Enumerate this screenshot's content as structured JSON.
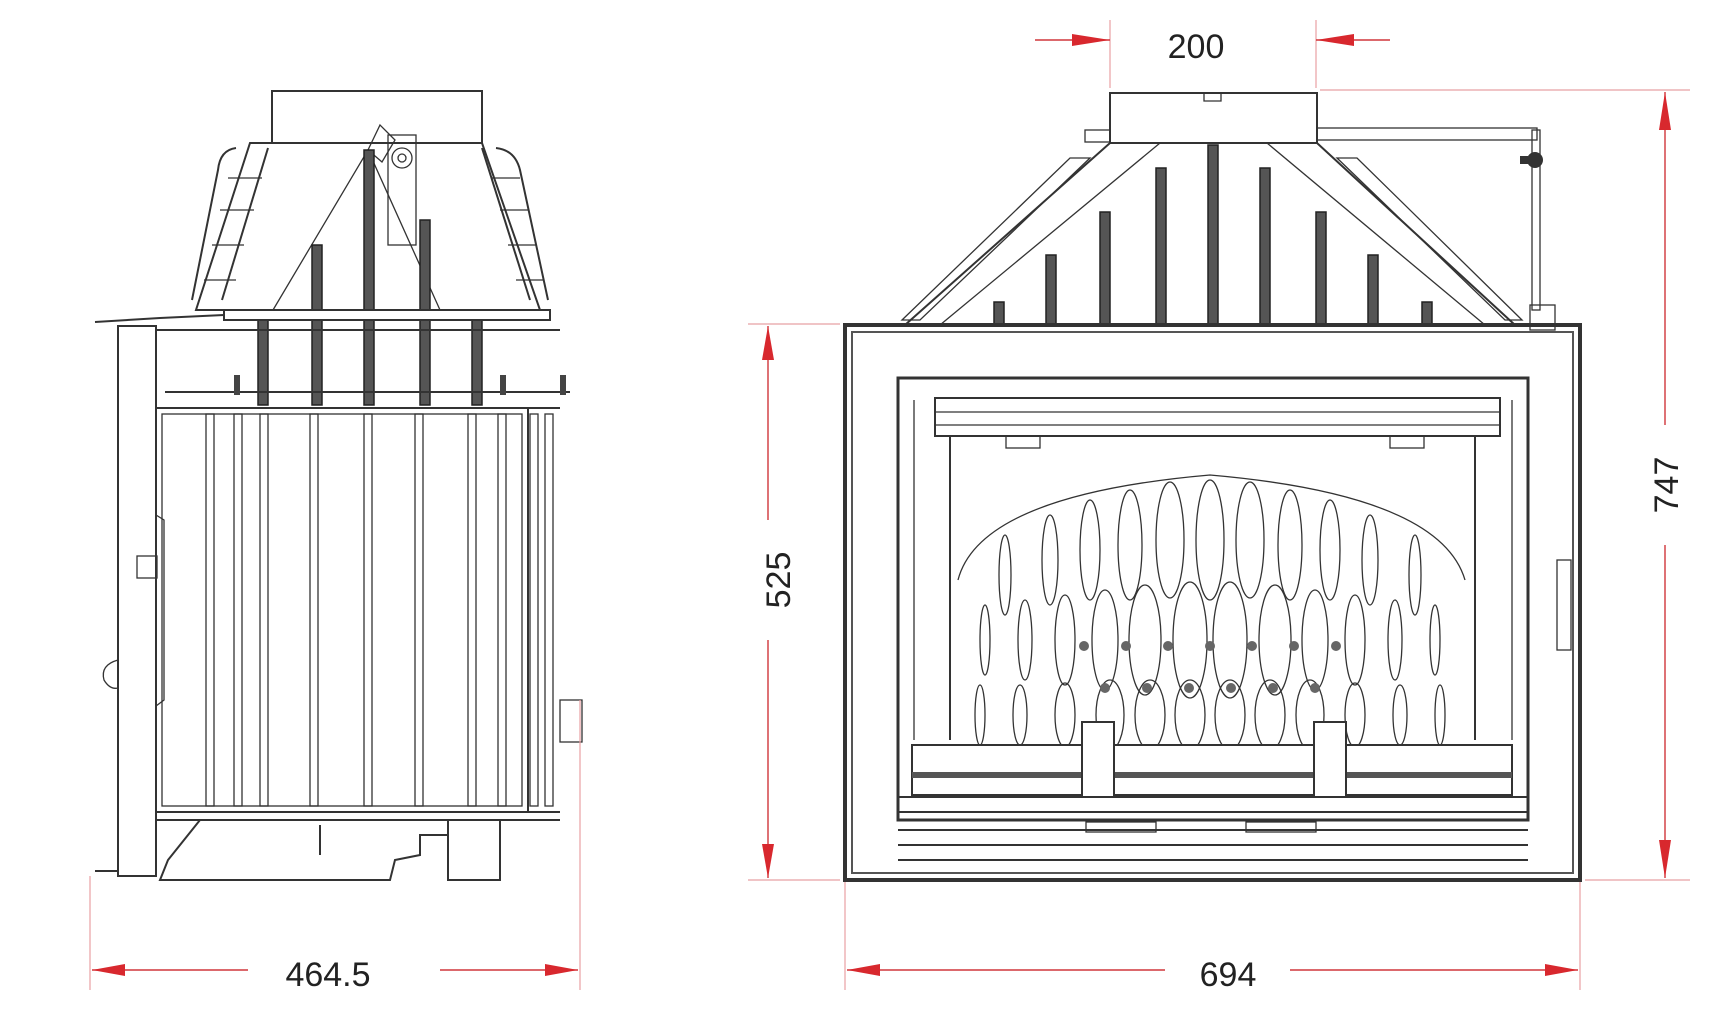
{
  "drawing": {
    "title": "Fireplace insert dimensional drawing",
    "views": [
      {
        "name": "side-view",
        "dimensions": {
          "width": "464.5"
        }
      },
      {
        "name": "front-view",
        "dimensions": {
          "flue_diameter": "200",
          "width": "694",
          "opening_height": "525",
          "total_height": "747"
        }
      }
    ],
    "units": "mm",
    "dim_color": "#d8282e",
    "line_color": "#333333"
  },
  "labels": {
    "side_width": "464.5",
    "flue": "200",
    "front_width": "694",
    "front_height": "525",
    "total_height": "747"
  }
}
